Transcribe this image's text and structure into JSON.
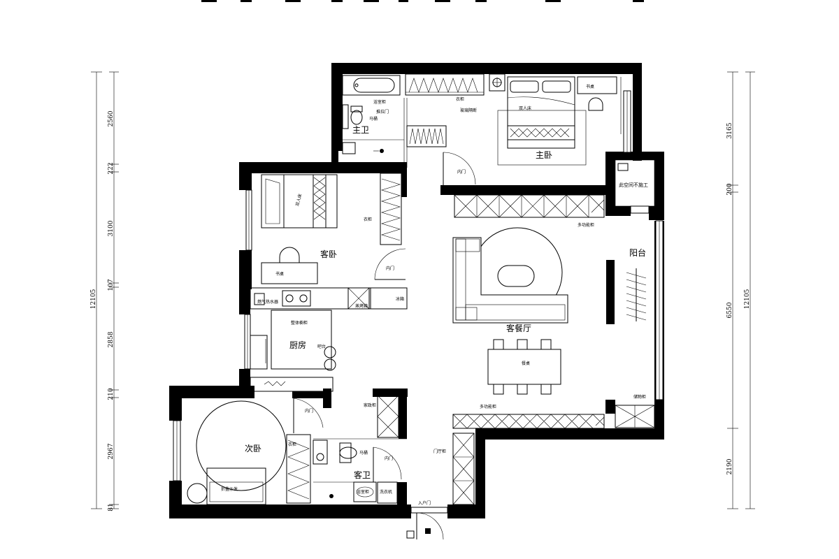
{
  "rooms": {
    "master_bedroom": "主卧",
    "master_bath": "主卫",
    "guest_bedroom": "客卧",
    "kitchen": "厨房",
    "second_bedroom": "次卧",
    "guest_bath": "客卫",
    "living_dining": "客餐厅",
    "balcony": "阳台",
    "no_construction": "此空间不施工"
  },
  "furniture": {
    "double_bed_1": "双人床",
    "double_bed_2": "双人床",
    "desk_1": "书桌",
    "desk_2": "书桌",
    "wardrobe_1": "衣柜",
    "wardrobe_2": "衣柜",
    "wardrobe_3": "衣柜",
    "bath_cabinet_1": "浴室柜",
    "bath_cabinet_2": "浴室柜",
    "toilet_1": "马桶",
    "toilet_2": "马桶",
    "sliding_door": "推拉门",
    "glass_partition": "玻璃隔断",
    "inner_door_1": "内门",
    "inner_door_2": "内门",
    "inner_door_3": "内门",
    "inner_door_4": "内门",
    "multi_cabinet_1": "多功能柜",
    "multi_cabinet_2": "多功能柜",
    "gas_heater": "燃气热水器",
    "kitchen_cabinet": "整体橱柜",
    "bar": "吧台",
    "fridge": "冰箱",
    "steam_oven": "蒸烤箱",
    "dining_table": "餐桌",
    "storage_cabinet": "储物柜",
    "entry_cabinet": "门厅柜",
    "utility_cabinet": "家政柜",
    "washer": "洗衣机",
    "sofa_bed": "折叠沙发",
    "entry_door": "入户门"
  },
  "dimensions": {
    "left_outer": "12105",
    "left_1": "2560",
    "left_2": "222",
    "left_3": "3100",
    "left_4": "107",
    "left_5": "2858",
    "left_6": "210",
    "left_7": "2967",
    "left_8": "81",
    "right_outer": "12105",
    "right_1": "3165",
    "right_2": "200",
    "right_3": "6550",
    "right_4": "2190"
  }
}
